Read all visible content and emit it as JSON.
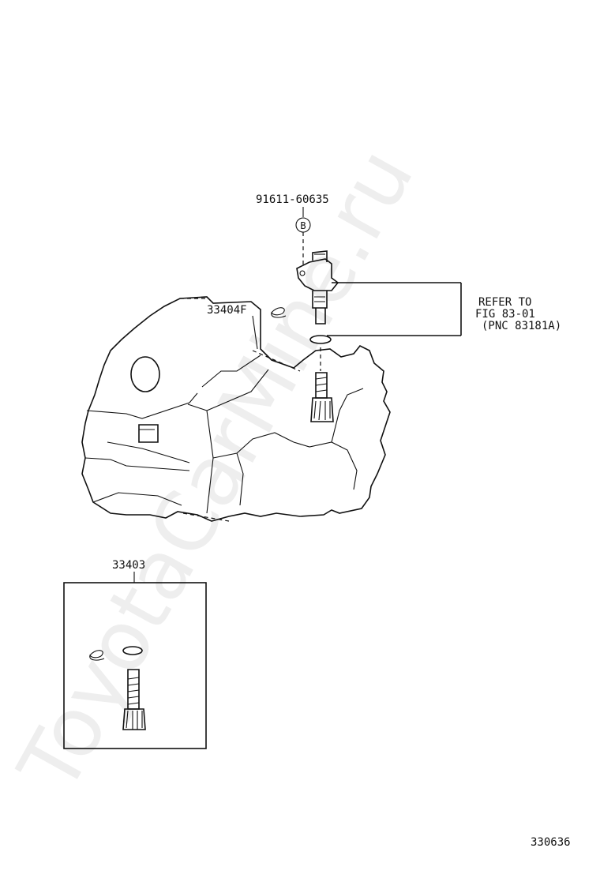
{
  "labels": {
    "bolt_part": "91611-60635",
    "bolt_circle": "B",
    "drive_gear_part": "33404F",
    "refer_line1": "REFER TO",
    "refer_line2": "FIG 83-01",
    "refer_line3": "(PNC 83181A)",
    "kit_part": "33403",
    "figure_number": "330636"
  },
  "watermark": "ToyotaCarMine.ru"
}
